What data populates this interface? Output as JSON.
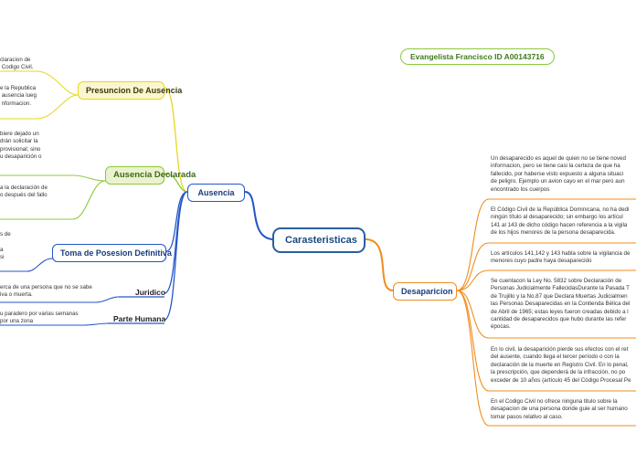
{
  "root": {
    "label": "Carasteristicas"
  },
  "name_tag": "Evangelista Francisco ID A00143716",
  "ausencia": {
    "label": "Ausencia",
    "presuncion": {
      "label": "Presuncion De Ausencia",
      "text_top": "claracion de\n Codigo Civil.",
      "text_bottom": "e la Republica\n ausencia luego de\n nformacion."
    },
    "declarada": {
      "label": "Ausencia Declarada",
      "text_top": "biere dejado un\ndrán solicitar la\nprovisional; sino\nu desaparición o",
      "text_bottom": "a la declaración de\no después del fallo"
    },
    "toma": {
      "label": "Toma de Posesion Definitiva",
      "text": "s de\n\na\nsi"
    },
    "juridico": {
      "label": "Juridico",
      "text": "erca de una persona que no se sabe\niva o muerta."
    },
    "parte_humana": {
      "label": "Parte Humana",
      "text": "u paradero por varias semanas\npor una zona"
    }
  },
  "desaparicion": {
    "label": "Desaparicion",
    "items": [
      "Un desaparecido es aquel de quien no se tiene noved\ninformacion, pero se tiene casi la certeza de que ha\nfallecido, por haberse visto expuesto a alguna situaci\nde peligro. Ejemplo un avion cayo en el mar pero aun\nencontrado los cuerpos",
      "El Código Civil de la República Dominicana, no ha dedi\nningún título al desaparecido; sin embargo los artícul\n141 al 143 de dicho código hacen referencia a la vigila\nde los hijos menores de la persona desaparecida.",
      "Los artículos 141,142 y 143 habla sobre la vigilancia de\nmenores cuyo padre haya desaparecido",
      "Se cuentacon la Ley No. 5832 sobre Declaración de\nPersonas Judicialmente FallecidasDurante la Pasada T\nde Trujillo y la No.87 que Declara Muertas Judi­cialmen\nlas Personas Desaparecidas en la Contienda Bélica del\nde Abril de 1965; estas leyes fueron creadas debido a l\ncantidad de desaparecidos que hubo durante las refer\népocas.",
      "En lo civil, la desaparición pierde sus efectos con el ret\ndel ausente, cuando llega el tercer período o con la\ndeclaración de la muerte en Registro Civil. En lo penal,\nla prescripción, que dependerá de la infracción, no po\nexceder de 10 años (artículo 45 del Código Procesal Pe",
      "En el Codigo Civil no ofrece ninguna titulo sobre la\ndesapacion de una persona donde guie al ser humano\ntomar pasos relativo al caso."
    ]
  },
  "colors": {
    "blue_branch": "#2456c8",
    "orange_branch": "#f08c1e",
    "yellow_branch": "#e6d81e",
    "green_branch": "#8cc83c"
  }
}
